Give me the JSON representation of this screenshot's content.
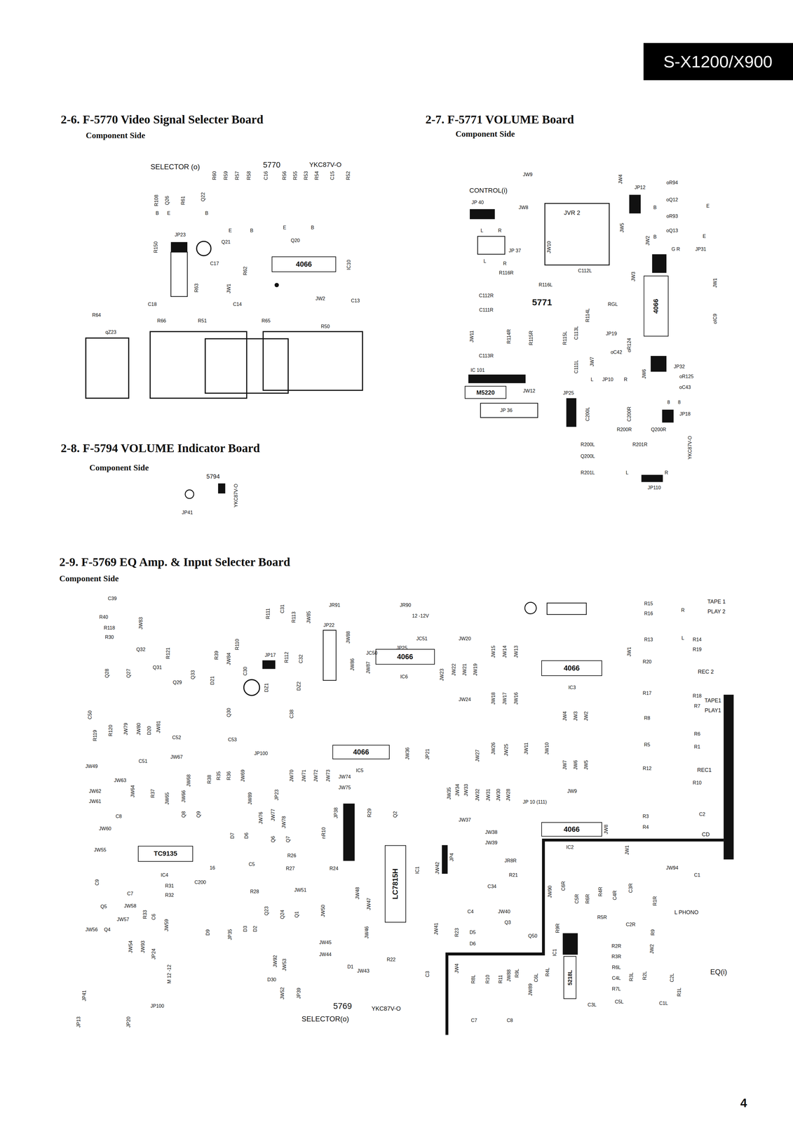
{
  "diagram": {
    "title": "S-X1200/X900",
    "nodes": [
      {
        "text": [
          "2-6. F-5770 Video Signal Selecter Board",
          "Component Side"
        ]
      },
      {
        "text": [
          "4066"
        ],
        "in": 0
      },
      {
        "text": [
          "2-7. F-5771 VOLUME Board",
          "Component Side"
        ]
      },
      {
        "text": [
          "4066"
        ],
        "in": 2
      },
      {
        "text": [
          "M5220"
        ],
        "in": 2
      },
      {
        "text": [
          "2-8. F-5794 VOLUME Indicator Board",
          "Component Side"
        ]
      },
      {
        "text": [
          "2-9. F-5769 EQ Amp. & Input Selecter Board",
          "Component Side"
        ]
      },
      {
        "text": [
          "4066"
        ],
        "in": 6
      },
      {
        "text": [
          "4066"
        ],
        "in": 6
      },
      {
        "text": [
          "4066"
        ],
        "in": 6
      },
      {
        "text": [
          "4066"
        ],
        "in": 6
      },
      {
        "text": [
          "TC9135"
        ],
        "in": 6
      },
      {
        "text": [
          "LC7815H"
        ],
        "in": 6
      },
      {
        "text": [
          "5218L"
        ],
        "in": 6
      }
    ],
    "labels": [
      "4",
      "SELECTOR (o)",
      "5770",
      "YKC87V-O",
      "R108",
      "Q26",
      "R61",
      "Q22",
      "R60",
      "R59",
      "R57",
      "R58",
      "C16",
      "R56",
      "R55",
      "R53",
      "R54",
      "C15",
      "R52",
      "B",
      "E",
      "B",
      "E",
      "B",
      "E",
      "B",
      "Q21",
      "Q20",
      "JP23",
      "R150",
      "C17",
      "R62",
      "IC10",
      "R63",
      "JW1",
      "C18",
      "C14",
      "JW2",
      "C13",
      "R64",
      "R66",
      "R51",
      "R65",
      "R50",
      "qZ23",
      "5794",
      "JP41",
      "YKC87V-O",
      "JW9",
      "JW4",
      "JP12",
      "oR94",
      "CONTROL(i)",
      "JP 40",
      "JW8",
      "JVR 2",
      "oQ12",
      "B",
      "E",
      "oR93",
      "JW5",
      "oQ13",
      "B",
      "E",
      "L",
      "R",
      "JW10",
      "JW2",
      "G R",
      "JP31",
      "JP 37",
      "L",
      "R",
      "R116R",
      "C112L",
      "JW3",
      "JW1",
      "R116L",
      "C112R",
      "5771",
      "C111R",
      "RGL",
      "R114L",
      "oIC9",
      "JW11",
      "R114R",
      "R115R",
      "R115L",
      "C113L",
      "JP19",
      "oR124",
      "oC42",
      "C113R",
      "JW7",
      "C111L",
      "IC 101",
      "JP32",
      "oR125",
      "JW6",
      "L",
      "JP10",
      "R",
      "oC43",
      "JW12",
      "JP25",
      "8",
      "8",
      "JP 36",
      "C200L",
      "C200R",
      "JP18",
      "R200R",
      "Q200R",
      "YKC87V-O",
      "R200L",
      "R201R",
      "Q200L",
      "R201L",
      "L",
      "R",
      "JP110",
      "C39",
      "R40",
      "R118",
      "R30",
      "JW83",
      "R111",
      "C31",
      "R113",
      "JW85",
      "JR91",
      "JR90",
      "12 -12V",
      "JP22",
      "JW88",
      "JC50",
      "JC51",
      "JP25",
      "JW20",
      "R15",
      "R16",
      "R",
      "TAPE 1",
      "PLAY 2",
      "R13",
      "L",
      "R14",
      "R19",
      "Q32",
      "R121",
      "R39",
      "JW84",
      "R110",
      "JP17",
      "R112",
      "C32",
      "Q28",
      "Q27",
      "Q31",
      "Q33",
      "C30",
      "JW86",
      "JW87",
      "IC6",
      "JW23",
      "JW22",
      "JW21",
      "JW19",
      "JW15",
      "JW14",
      "JW13",
      "IC3",
      "JW1",
      "R20",
      "REC 2",
      "Q29",
      "D21",
      "DZ1",
      "DZ2",
      "JW24",
      "R17",
      "R18",
      "R7",
      "TAPE1",
      "PLAY1",
      "C50",
      "Q30",
      "C38",
      "JW18",
      "JW17",
      "JW16",
      "JW4",
      "JW3",
      "JW2",
      "R8",
      "R6",
      "R119",
      "R120",
      "JW79",
      "JW80",
      "D20",
      "JW81",
      "C52",
      "C53",
      "JP100",
      "IC5",
      "JW36",
      "JP21",
      "JW27",
      "JW26",
      "JW25",
      "JW11",
      "JW10",
      "R5",
      "R1",
      "C51",
      "JW67",
      "JW49",
      "JW68",
      "JW69",
      "JW70",
      "JW71",
      "JW72",
      "JW73",
      "R12",
      "REC1",
      "JW7",
      "JW6",
      "JW5",
      "JW63",
      "JW64",
      "R37",
      "R38",
      "R35",
      "R36",
      "JW74",
      "JW75",
      "JW35",
      "JW34",
      "JW33",
      "JW32",
      "JW31",
      "JW30",
      "JW28",
      "JP 10 (111)",
      "JW9",
      "R10",
      "C2",
      "JW62",
      "JW61",
      "JW65",
      "JW66",
      "JW89",
      "JP23",
      "Q8",
      "Q9",
      "JP38",
      "R29",
      "Q2",
      "IC2",
      "JW8",
      "R3",
      "R4",
      "C8",
      "JW60",
      "JW76",
      "JW77",
      "JW78",
      "JW37",
      "JW38",
      "JW39",
      "CD",
      "D7",
      "D6",
      "Q6",
      "Q7",
      "nR10",
      "JW55",
      "IC4",
      "R26",
      "JR8R",
      "JW1",
      "C1",
      "R24",
      "R27",
      "C5",
      "C200",
      "16",
      "IC1",
      "JP4",
      "R21",
      "JW94",
      "C9",
      "C7",
      "R31",
      "R32",
      "R28",
      "JW51",
      "JW42",
      "C34",
      "JW90",
      "C6R",
      "C5R",
      "R6R",
      "R4R",
      "C4R",
      "C3R",
      "R1R",
      "L PHONO",
      "Q5",
      "JW58",
      "R33",
      "C6",
      "JW57",
      "Q4",
      "JW59",
      "Q23",
      "Q24",
      "Q1",
      "JW50",
      "JW48",
      "JW47",
      "JW46",
      "C4",
      "JW40",
      "Q3",
      "Q50",
      "R23",
      "JW41",
      "D5",
      "D6",
      "R5R",
      "C2R",
      "R9",
      "JW2",
      "D9",
      "JP35",
      "D3",
      "D2",
      "JW56",
      "R2R",
      "R3R",
      "R9R",
      "JW45",
      "JW44",
      "JW92",
      "JW53",
      "JW54",
      "JW93",
      "JP24",
      "M 12 -12",
      "JP41",
      "JP13",
      "JP20",
      "JP100",
      "D1",
      "R22",
      "JW43",
      "C3",
      "JW4",
      "R8L",
      "R10",
      "R11",
      "JW88",
      "R9L",
      "C6L",
      "JW89",
      "R4L",
      "IC1",
      "R6L",
      "C4L",
      "R3L",
      "R2L",
      "C2L",
      "R1L",
      "EQ(i)",
      "D30",
      "JW52",
      "JP39",
      "5769",
      "YKC87V-O",
      "SELECTOR(o)",
      "R7L",
      "C1L",
      "C5L",
      "C3L",
      "C7",
      "C8"
    ]
  }
}
